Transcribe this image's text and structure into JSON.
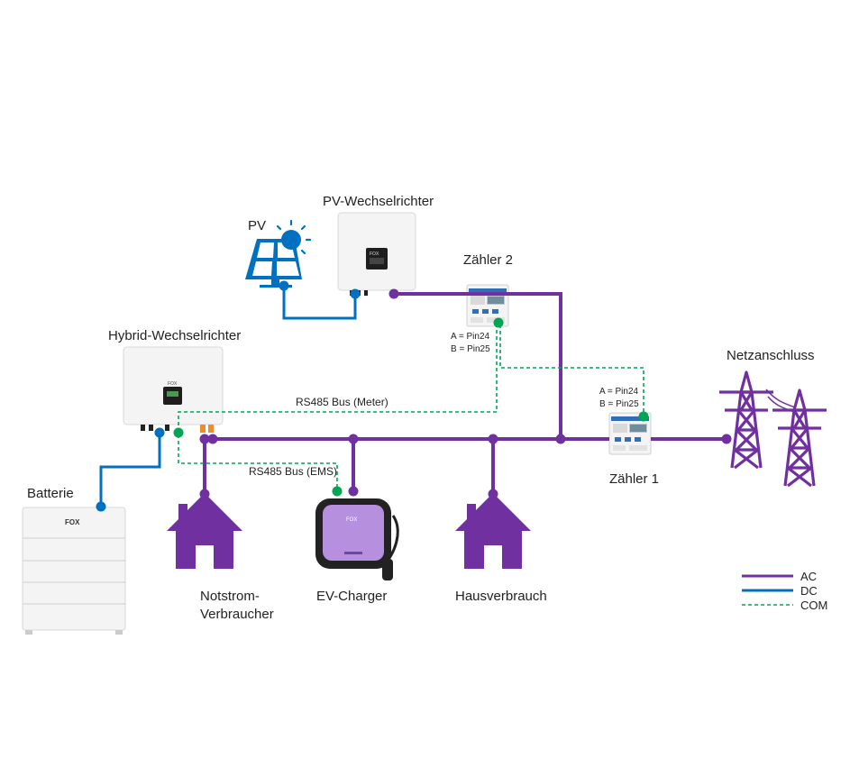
{
  "colors": {
    "ac": "#7030A0",
    "dc": "#0070C0",
    "com": "#00A651",
    "device_body": "#F4F4F4",
    "device_edge": "#D8D8D8",
    "ev_purple": "#B690DE"
  },
  "labels": {
    "pv": "PV",
    "pv_inverter": "PV-Wechselrichter",
    "meter2": "Zähler 2",
    "meter2_pin_a": "A = Pin24",
    "meter2_pin_b": "B = Pin25",
    "hybrid_inverter": "Hybrid-Wechselrichter",
    "bus_meter": "RS485 Bus (Meter)",
    "bus_ems": "RS485 Bus (EMS)",
    "meter1_pin_a": "A = Pin24",
    "meter1_pin_b": "B = Pin25",
    "meter1": "Zähler 1",
    "grid": "Netzanschluss",
    "battery": "Batterie",
    "backup_line1": "Notstrom-",
    "backup_line2": "Verbraucher",
    "ev_charger": "EV-Charger",
    "house": "Hausverbrauch",
    "battery_brand": "FOX",
    "inverter_brand": "FOX"
  },
  "legend": [
    {
      "label": "AC",
      "type": "ac"
    },
    {
      "label": "DC",
      "type": "dc"
    },
    {
      "label": "COM",
      "type": "com"
    }
  ],
  "icons": [
    "solar-panel-icon",
    "sun-icon",
    "house-icon",
    "power-pylon-icon",
    "ev-charger-icon",
    "battery-icon",
    "inverter-icon",
    "energy-meter-icon"
  ]
}
